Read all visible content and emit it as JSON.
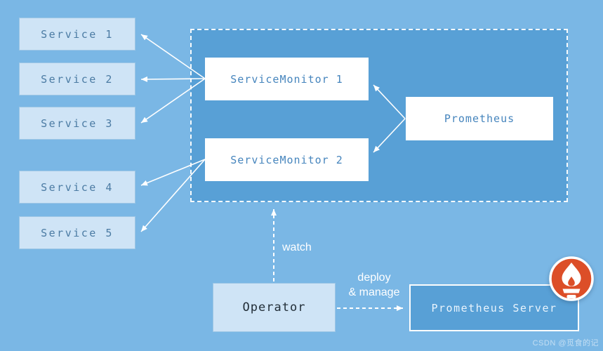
{
  "diagram": {
    "services": [
      {
        "label": "Service 1"
      },
      {
        "label": "Service 2"
      },
      {
        "label": "Service 3"
      },
      {
        "label": "Service 4"
      },
      {
        "label": "Service 5"
      }
    ],
    "monitors": [
      {
        "label": "ServiceMonitor 1"
      },
      {
        "label": "ServiceMonitor 2"
      }
    ],
    "prometheus": {
      "label": "Prometheus"
    },
    "operator": {
      "label": "Operator"
    },
    "prometheus_server": {
      "label": "Prometheus Server"
    },
    "edge_labels": {
      "watch": "watch",
      "deploy_line1": "deploy",
      "deploy_line2": "& manage"
    },
    "watermark": "CSDN @觅食的记",
    "icons": [
      {
        "name": "prometheus-flame-icon",
        "color": "#dc4e28"
      }
    ],
    "colors": {
      "background": "#7ab7e5",
      "group_fill": "#58a0d6",
      "light_box_fill": "#cfe4f6",
      "light_box_border": "#9dc6e5",
      "white_box_fill": "#ffffff",
      "blue_text": "#4685bd",
      "muted_blue_text": "#4b7ba3",
      "dark_text": "#222e38",
      "arrow": "#ffffff",
      "logo_orange": "#dc4e28"
    }
  }
}
